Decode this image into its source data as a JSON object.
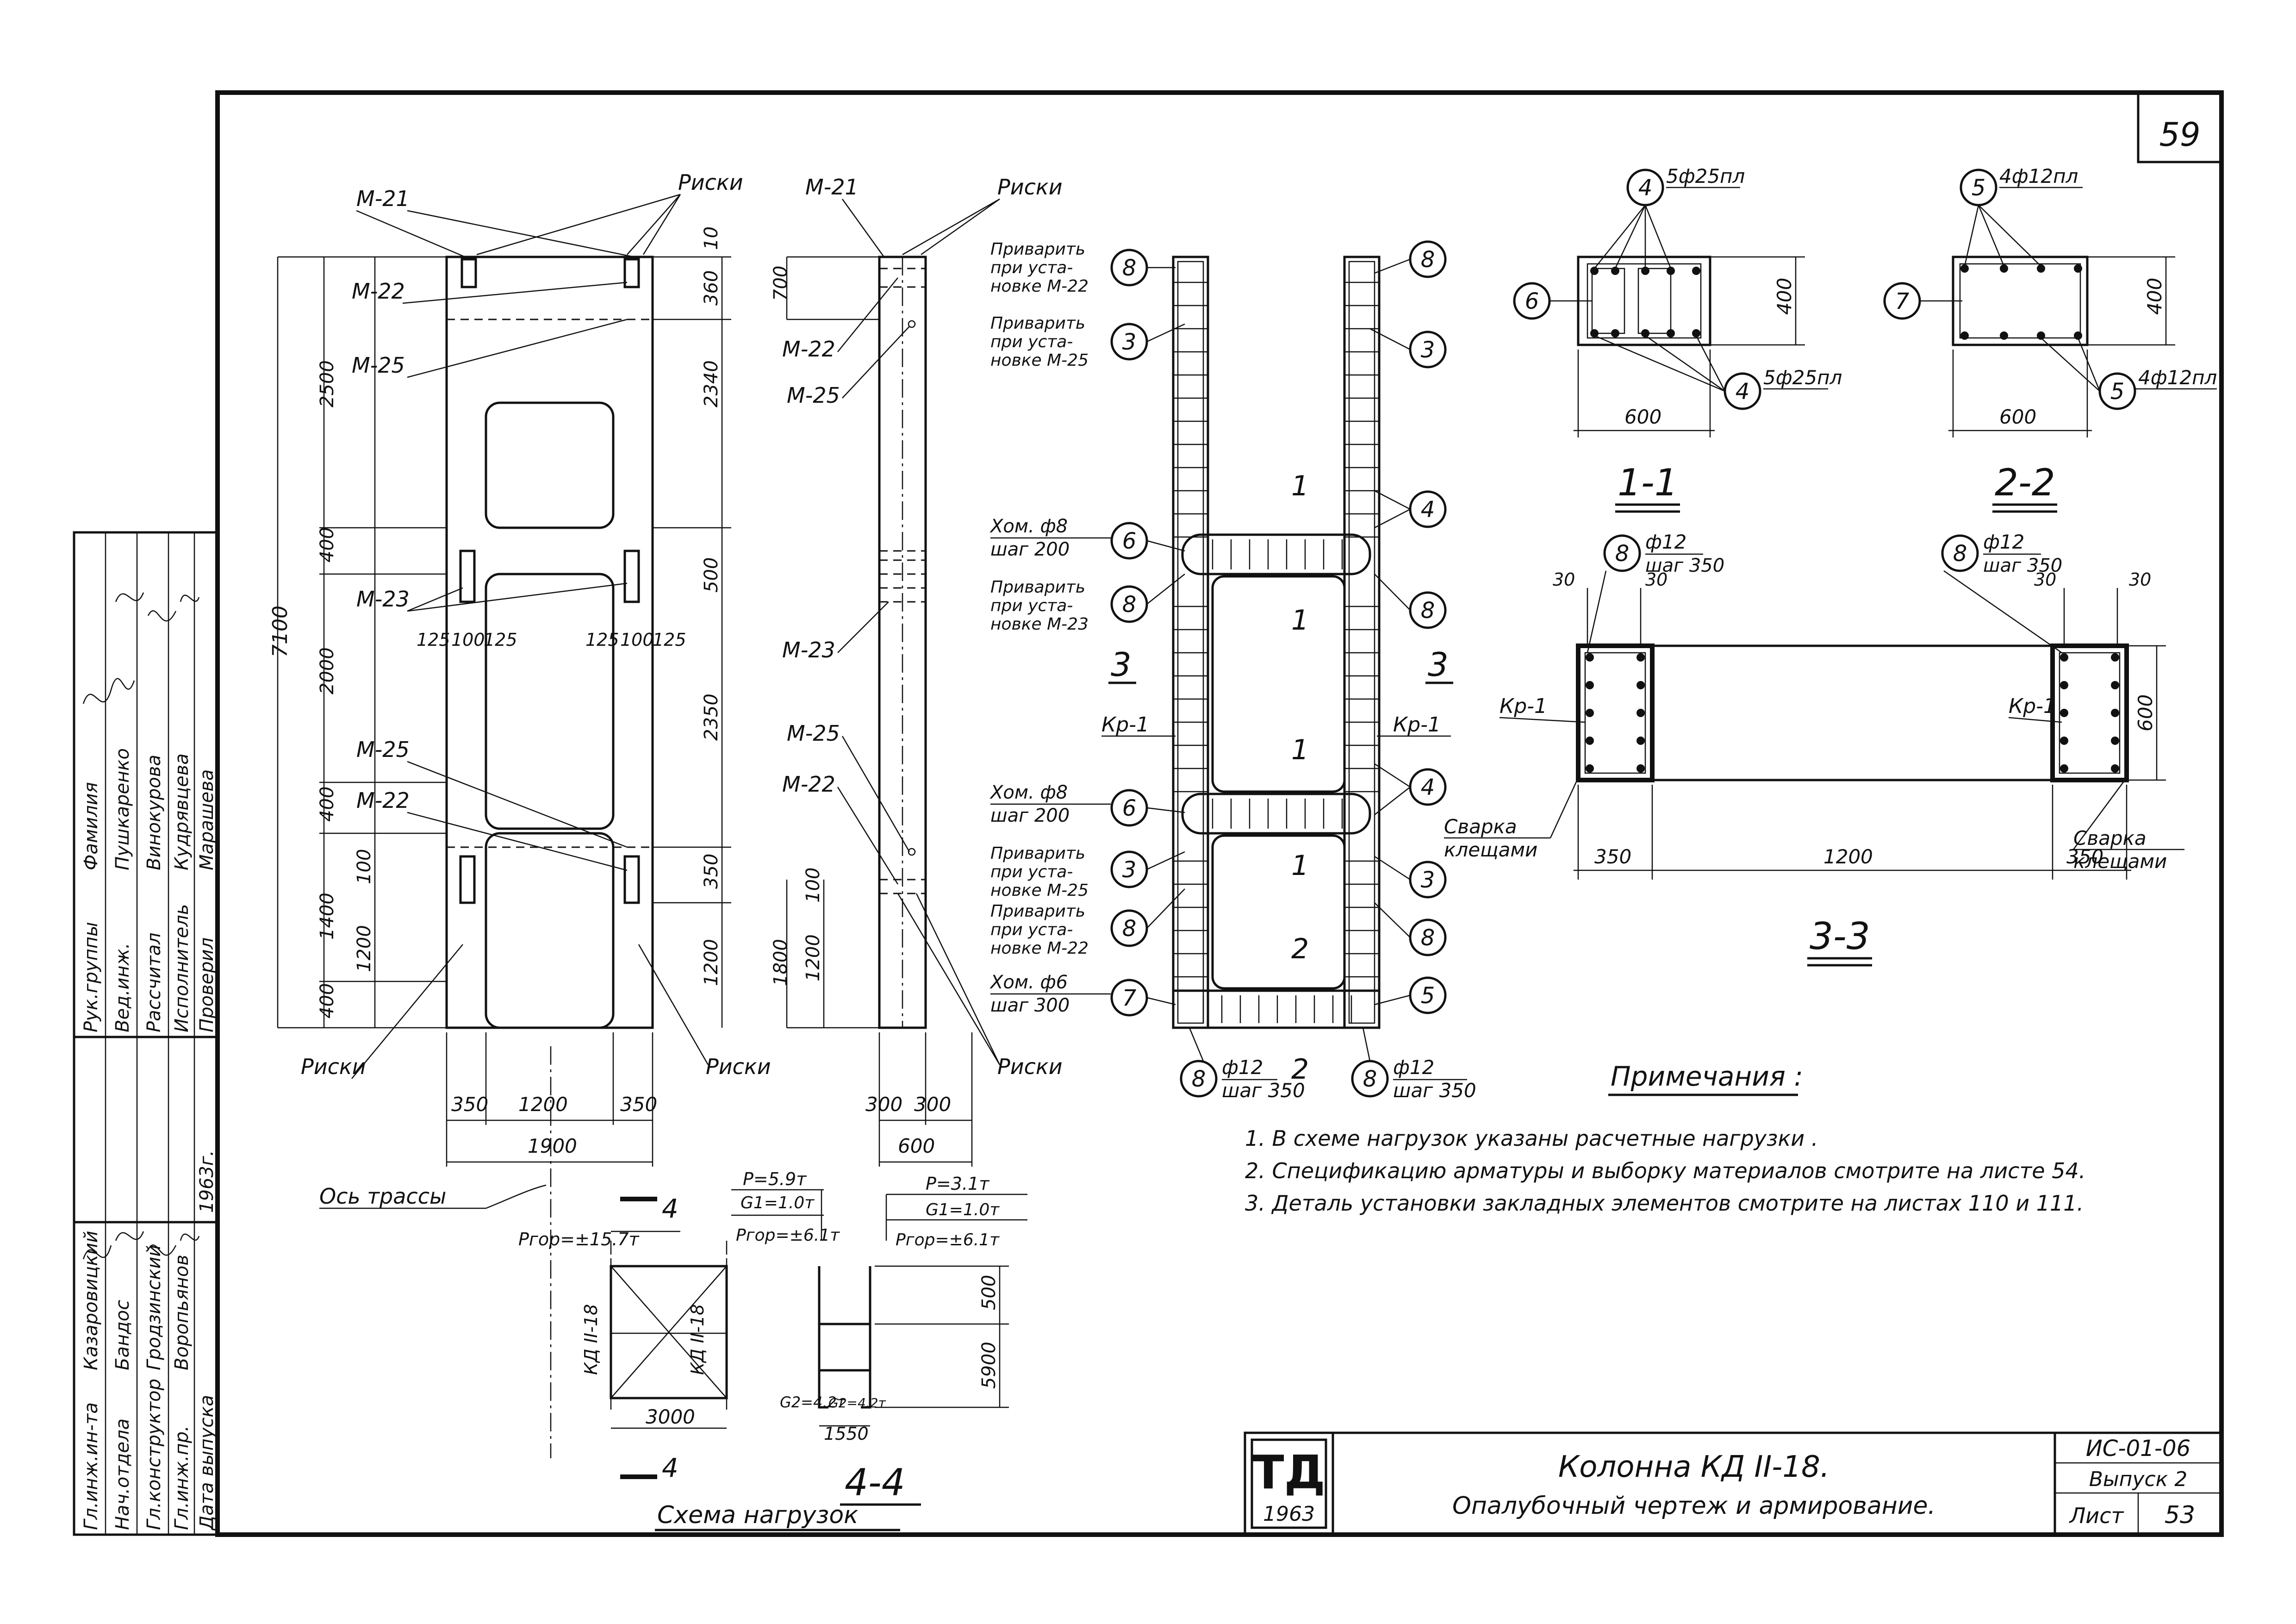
{
  "sheet": {
    "page_number": "59",
    "doc_code": "ИС-01-06",
    "issue": "Выпуск 2",
    "sheet_label": "Лист",
    "sheet_number": "53",
    "org_logo": "ТД",
    "org_year": "1963",
    "title_line1": "Колонна КД II-18.",
    "title_line2": "Опалубочный чертеж и армирование."
  },
  "stamp": {
    "roles": [
      "Гл.инж.ин-та",
      "Нач.отдела",
      "Гл.конструктор",
      "Гл.инж.пр.",
      "Рук.группы",
      "Вед.инж.",
      "Рассчитал",
      "Исполнитель",
      "Проверил"
    ],
    "names": [
      "Казаровицкий",
      "Бандос",
      "Гродзинский",
      "Воропьянов",
      "Пушкаренко",
      "Винокурова",
      "Кудрявцева",
      "Марашева"
    ],
    "head_role": "Фамилия",
    "date_label": "Дата выпуска",
    "date_value": "1963г."
  },
  "view_front": {
    "marks": [
      "М-21",
      "М-22",
      "М-25",
      "М-23",
      "М-25",
      "М-22"
    ],
    "riski": [
      "Риски",
      "Риски",
      "Риски"
    ],
    "dims_left": [
      "2500",
      "400",
      "2000",
      "400",
      "1400",
      "400",
      "1200",
      "100",
      "7100"
    ],
    "dims_right": [
      "10",
      "360",
      "2340",
      "500",
      "2350",
      "350",
      "1200"
    ],
    "dims_slot": [
      "125",
      "100",
      "125",
      "125",
      "100",
      "125"
    ],
    "dims_bottom": [
      "350",
      "1200",
      "350",
      "1900"
    ],
    "axis_label": "Ось трассы"
  },
  "view_side": {
    "marks": [
      "М-21",
      "М-22",
      "М-25",
      "М-23",
      "М-25",
      "М-22"
    ],
    "riski": [
      "Риски",
      "Риски"
    ],
    "dims_left": [
      "700",
      "1800",
      "1200",
      "100"
    ],
    "dims_bottom": [
      "300",
      "300",
      "600"
    ]
  },
  "view_rebar": {
    "callouts_left": [
      {
        "num": "8",
        "text": [
          "Приварить",
          "при уста-",
          "новке М-22"
        ]
      },
      {
        "num": "3",
        "text": [
          "Приварить",
          "при уста-",
          "новке М-25"
        ]
      },
      {
        "num": "6",
        "text": [
          "Хом. ф8",
          "шаг 200"
        ]
      },
      {
        "num": "8",
        "text": [
          "Приварить",
          "при уста-",
          "новке М-23"
        ]
      },
      {
        "num": "6",
        "text": [
          "Хом. ф8",
          "шаг 200"
        ]
      },
      {
        "num": "3",
        "text": [
          "Приварить",
          "при уста-",
          "новке М-25"
        ]
      },
      {
        "num": "8",
        "text": [
          "Приварить",
          "при уста-",
          "новке М-22"
        ]
      },
      {
        "num": "7",
        "text": [
          "Хом. ф6",
          "шаг 300"
        ]
      }
    ],
    "callouts_right": [
      "8",
      "3",
      "4",
      "8",
      "4",
      "3",
      "8",
      "5"
    ],
    "section_marks": [
      "1",
      "1",
      "1",
      "1",
      "2",
      "2"
    ],
    "section_3": "3",
    "kr_label": "Кр-1",
    "bottom": [
      {
        "num": "8",
        "text": [
          "ф12",
          "шаг 350"
        ]
      },
      {
        "num": "8",
        "text": [
          "ф12",
          "шаг 350"
        ]
      }
    ]
  },
  "section_1_1": {
    "title": "1-1",
    "top_callout": {
      "num": "4",
      "text": "5ф25пл"
    },
    "side_callout": "6",
    "bottom_callout": {
      "num": "4",
      "text": "5ф25пл"
    },
    "dim_h": "400",
    "dim_w": "600"
  },
  "section_2_2": {
    "title": "2-2",
    "top_callout": {
      "num": "5",
      "text": "4ф12пл"
    },
    "side_callout": "7",
    "bottom_callout": {
      "num": "5",
      "text": "4ф12пл"
    },
    "dim_h": "400",
    "dim_w": "600"
  },
  "section_3_3": {
    "title": "3-3",
    "callouts": [
      {
        "num": "8",
        "text": [
          "ф12",
          "шаг 350"
        ]
      },
      {
        "num": "8",
        "text": [
          "ф12",
          "шаг 350"
        ]
      }
    ],
    "dims_top": [
      "30",
      "30",
      "30",
      "30"
    ],
    "kr_left": "Кр-1",
    "kr_right": "Кр-1",
    "dim_h": "600",
    "weld_left": [
      "Сварка",
      "клещами"
    ],
    "weld_right": [
      "Сварка",
      "клещами"
    ],
    "dims_bottom": [
      "350",
      "1200",
      "350"
    ]
  },
  "load_scheme": {
    "title": "Схема нагрузок",
    "section_mark": "4",
    "section_4_4": "4-4",
    "labels_left": [
      "Pгор=±15.7т",
      "КД II-18",
      "КД II-18",
      "3000"
    ],
    "loads_mid": [
      "P=5.9т",
      "G1=1.0т",
      "Pгор=±6.1т",
      "G2=4.2т",
      "G2=4.2т",
      "1550"
    ],
    "loads_right": [
      "P=3.1т",
      "G1=1.0т",
      "Pгор=±6.1т",
      "500",
      "5900"
    ]
  },
  "notes": {
    "title": "Примечания :",
    "items": [
      "1. В схеме нагрузок указаны расчетные нагрузки .",
      "2. Спецификацию арматуры и выборку материалов смотрите на листе 54.",
      "3. Деталь установки закладных элементов смотрите на листах 110 и 111."
    ]
  }
}
